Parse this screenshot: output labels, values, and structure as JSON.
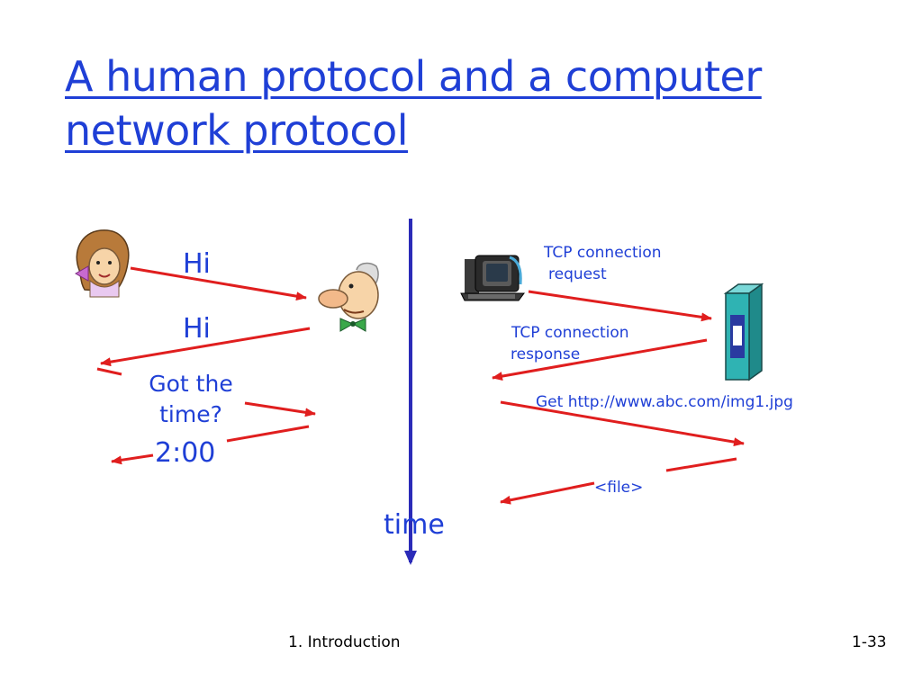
{
  "slide": {
    "title_line1": "A human protocol and a computer",
    "title_line2": "network protocol",
    "footer_left": "1. Introduction",
    "footer_right": "1-33"
  },
  "human_exchange": {
    "msg1": "Hi",
    "msg2": "Hi",
    "msg3": "Got the time?",
    "msg4": "2:00"
  },
  "network_exchange": {
    "msg1_line1": "TCP connection",
    "msg1_line2": "request",
    "msg2_line1": "TCP connection",
    "msg2_line2": "response",
    "msg3": "Get http://www.abc.com/img1.jpg",
    "msg4": "<file>"
  },
  "timeline_label": "time",
  "colors": {
    "title": "#1f3fd6",
    "labels": "#1f3fd6",
    "arrows": "#e01e1e",
    "timeline": "#2b2bb8",
    "server": "#2fb3b3"
  },
  "icons": {
    "person_a": "woman-cartoon-icon",
    "person_b": "man-cartoon-icon",
    "client": "computer-terminal-icon",
    "server": "server-tower-icon"
  }
}
